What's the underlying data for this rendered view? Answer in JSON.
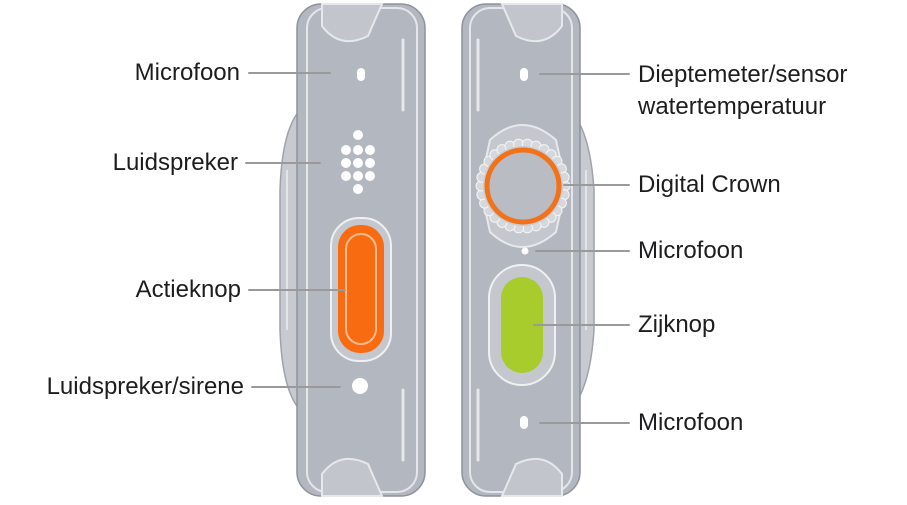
{
  "left_view": {
    "callouts": [
      {
        "id": "mic-top",
        "text": "Microfoon"
      },
      {
        "id": "speaker",
        "text": "Luidspreker"
      },
      {
        "id": "action-button",
        "text": "Actieknop"
      },
      {
        "id": "speaker-siren",
        "text": "Luidspreker/sirene"
      }
    ]
  },
  "right_view": {
    "callouts": [
      {
        "id": "depth-sensor",
        "line1": "Dieptemeter/sensor",
        "line2": "watertemperatuur"
      },
      {
        "id": "digital-crown",
        "text": "Digital Crown"
      },
      {
        "id": "mic-middle",
        "text": "Microfoon"
      },
      {
        "id": "side-button",
        "text": "Zijknop"
      },
      {
        "id": "mic-bottom",
        "text": "Microfoon"
      }
    ]
  },
  "colors": {
    "case": "#b3b7bf",
    "case_edge": "#e4e6ea",
    "case_dark": "#8e929a",
    "action_button": "#f96b10",
    "side_button": "#a7cc2c",
    "crown_ring": "#f2711b",
    "leader_line": "#9a9a9a"
  }
}
